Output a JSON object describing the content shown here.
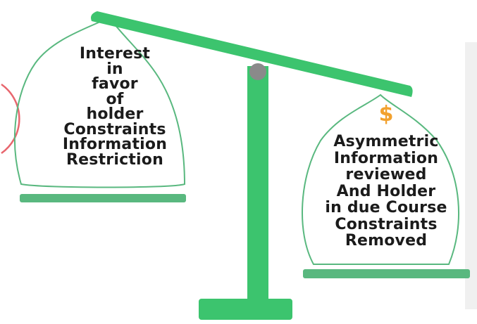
{
  "diagram": {
    "left_pan": {
      "lines": [
        "Interest",
        "in",
        "favor",
        "of",
        "holder",
        "Constraints",
        "Information",
        "Restriction"
      ]
    },
    "right_pan": {
      "symbol": "$",
      "lines": [
        "Asymmetric",
        "Information",
        "reviewed",
        "And Holder",
        "in due Course",
        "Constraints",
        "Removed"
      ]
    }
  },
  "colors": {
    "scale_green": "#3cc46e",
    "pan_green": "#59b87f",
    "pivot_gray": "#8a8a8a",
    "dollar_orange": "#f2a12e",
    "partial_circle_pink": "#e8666e"
  }
}
